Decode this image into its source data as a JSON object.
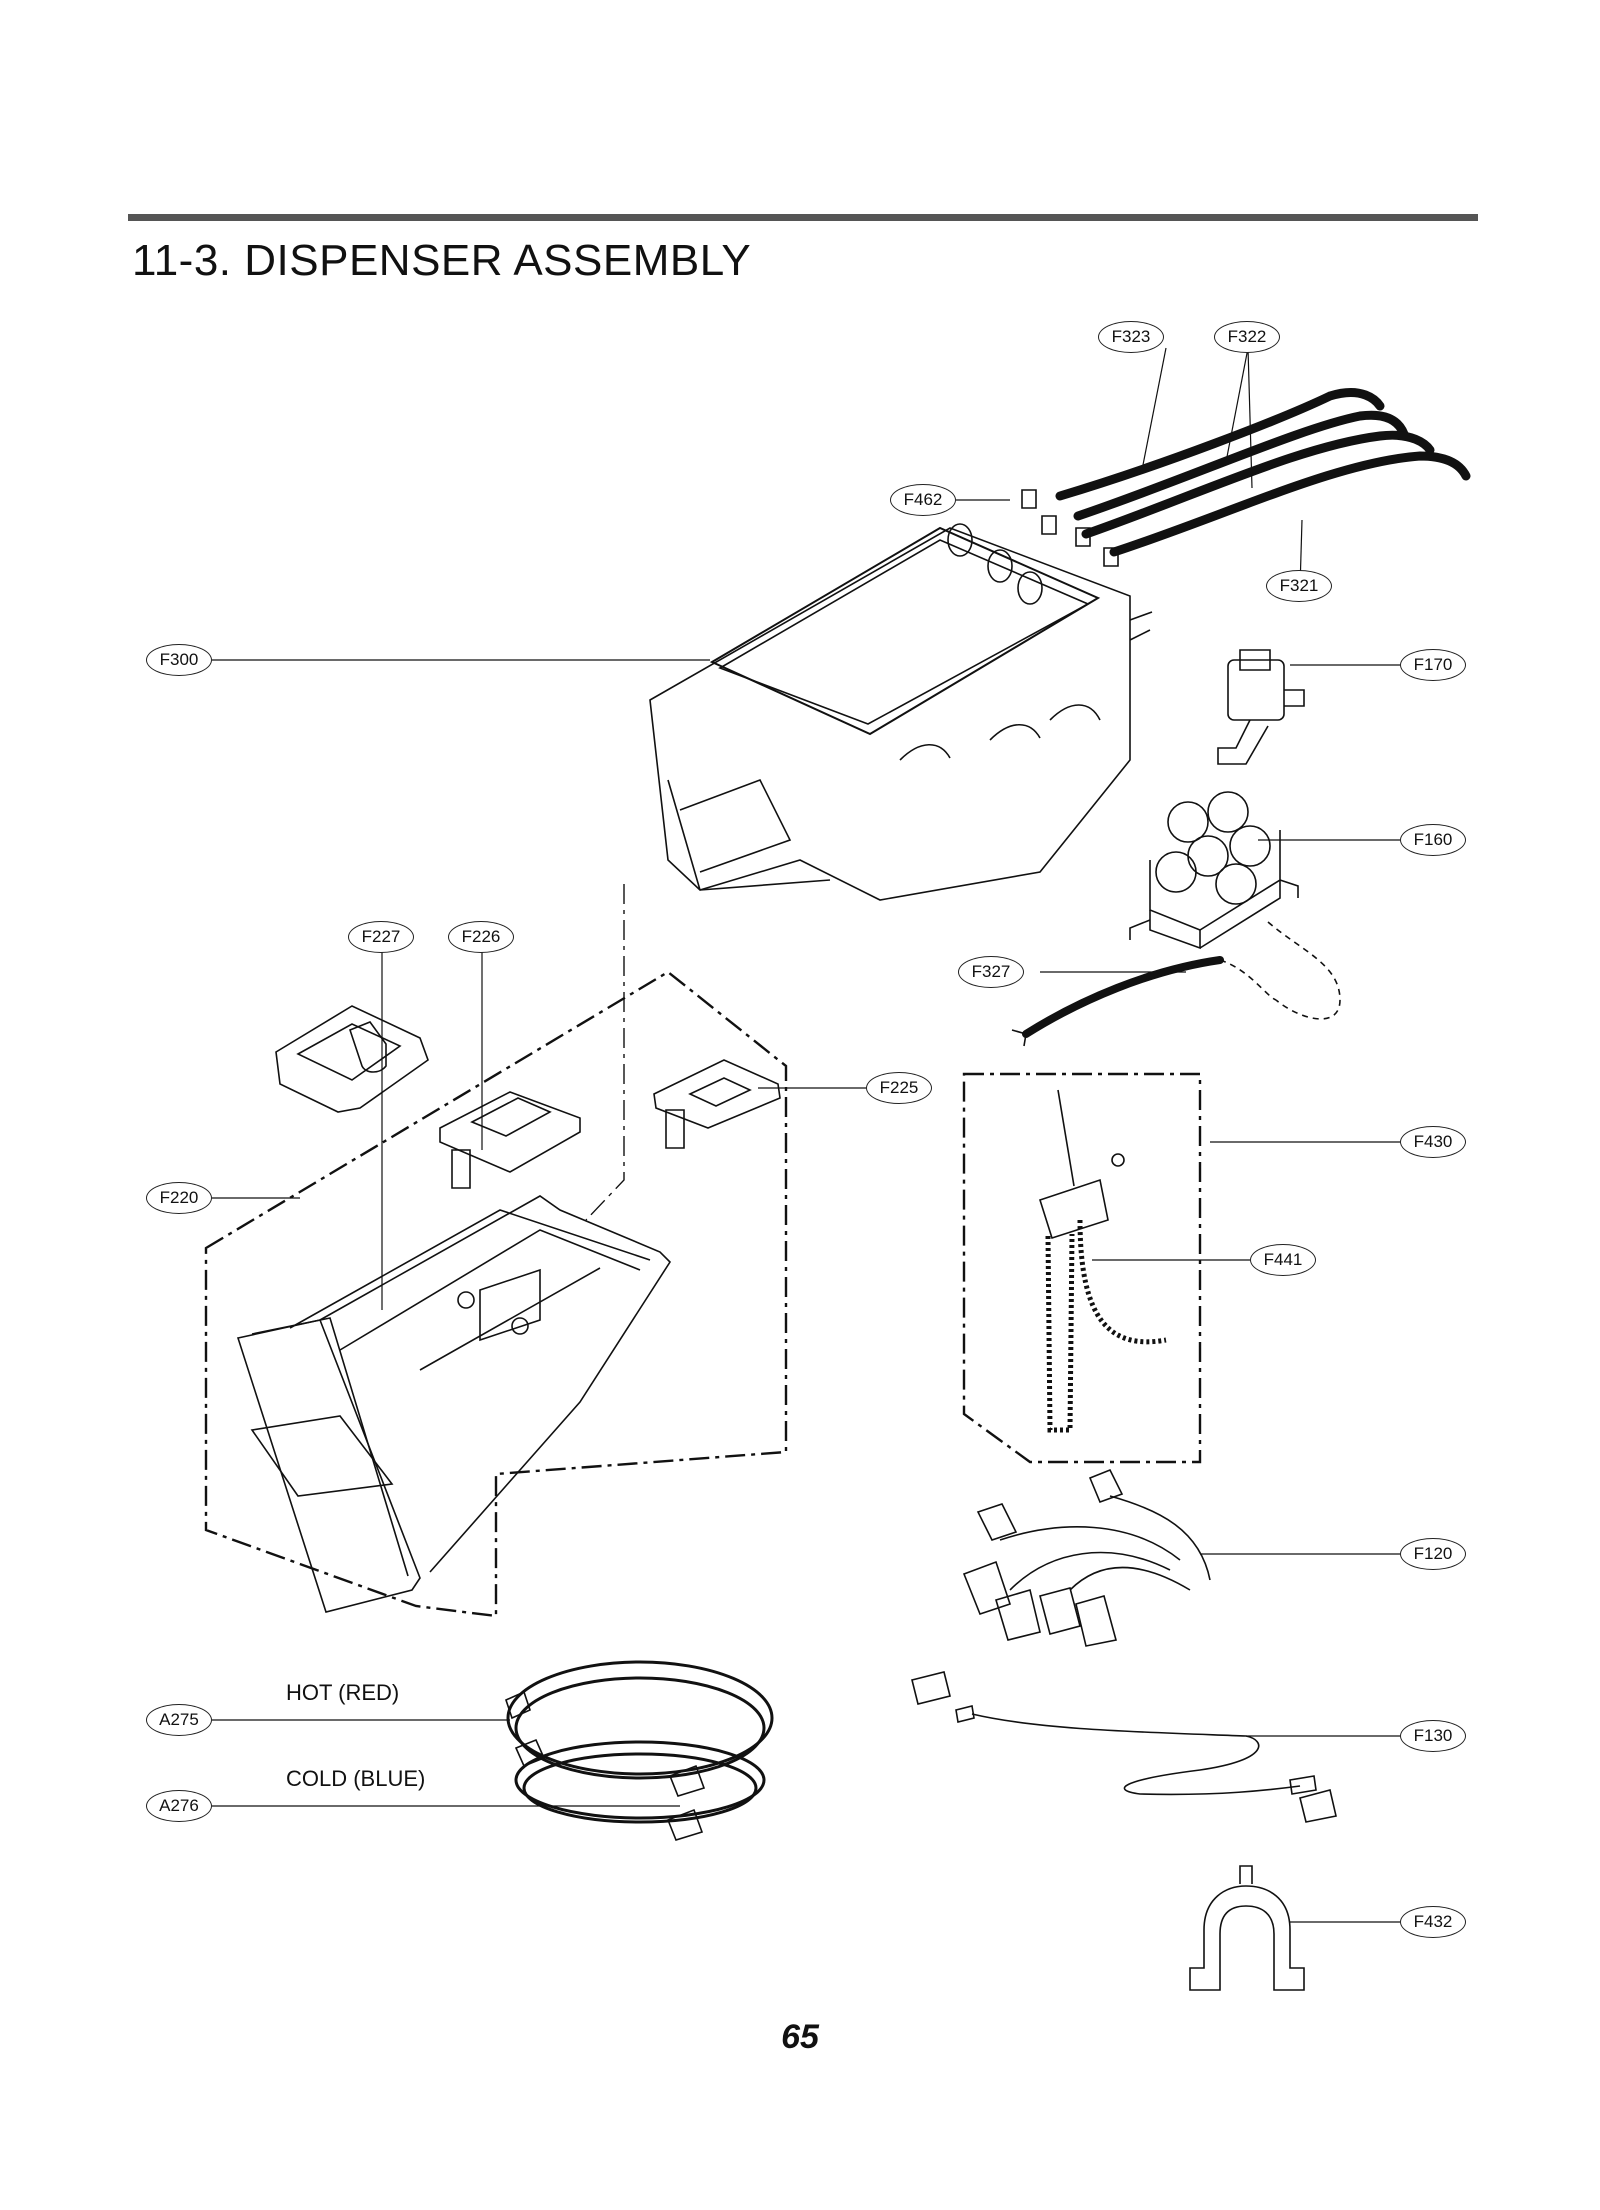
{
  "header": {
    "title": "11-3. DISPENSER ASSEMBLY"
  },
  "footer": {
    "page_number": "65"
  },
  "callouts": {
    "F323": "F323",
    "F322": "F322",
    "F462": "F462",
    "F321": "F321",
    "F300": "F300",
    "F170": "F170",
    "F160": "F160",
    "F227": "F227",
    "F226": "F226",
    "F327": "F327",
    "F225": "F225",
    "F430": "F430",
    "F220": "F220",
    "F441": "F441",
    "F120": "F120",
    "F130": "F130",
    "F432": "F432",
    "A275": "A275",
    "A276": "A276"
  },
  "notes": {
    "hot": "HOT (RED)",
    "cold": "COLD (BLUE)"
  }
}
